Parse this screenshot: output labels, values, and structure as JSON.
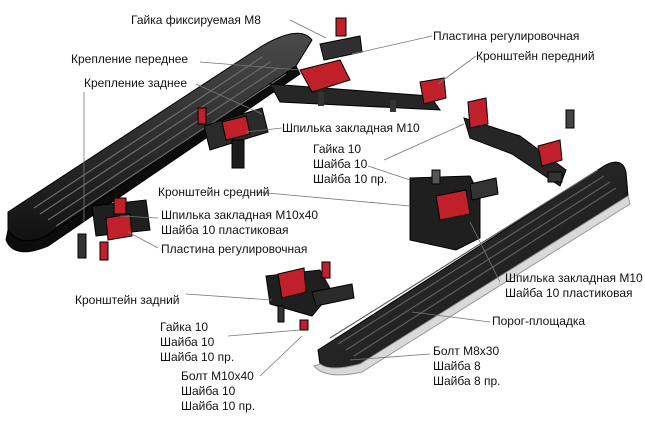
{
  "colors": {
    "metal": "#2b2b2b",
    "metal_dark": "#141414",
    "metal_light": "#5a5a5a",
    "accent_red": "#c0202a",
    "chrome": "#d9d9d9",
    "leader": "#777777",
    "text": "#111111"
  },
  "labels": {
    "nut_m8": "Гайка фиксируемая М8",
    "plate_adj_top": "Пластина регулировочная",
    "mount_front": "Крепление переднее",
    "bracket_front": "Кронштейн передний",
    "mount_rear": "Крепление заднее",
    "stud_m10": "Шпилька закладная М10",
    "nut10_group": [
      "Гайка 10",
      "Шайба 10",
      "Шайба 10 пр."
    ],
    "bracket_mid": "Кронштейн средний",
    "stud_m10x40_group": [
      "Шпилька закладная М10х40",
      "Шайба 10 пластиковая"
    ],
    "plate_adj_bottom": "Пластина регулировочная",
    "stud_m10_right_group": [
      "Шпилька закладная М10",
      "Шайба 10 пластиковая"
    ],
    "bracket_rear": "Кронштейн задний",
    "step_board": "Порог-площадка",
    "nut10_group_2": [
      "Гайка 10",
      "Шайба 10",
      "Шайба 10 пр."
    ],
    "bolt_m8_group": [
      "Болт М8х30",
      "Шайба 8",
      "Шайба 8 пр."
    ],
    "bolt_m10_group": [
      "Болт М10х40",
      "Шайба 10",
      "Шайба 10 пр."
    ]
  }
}
